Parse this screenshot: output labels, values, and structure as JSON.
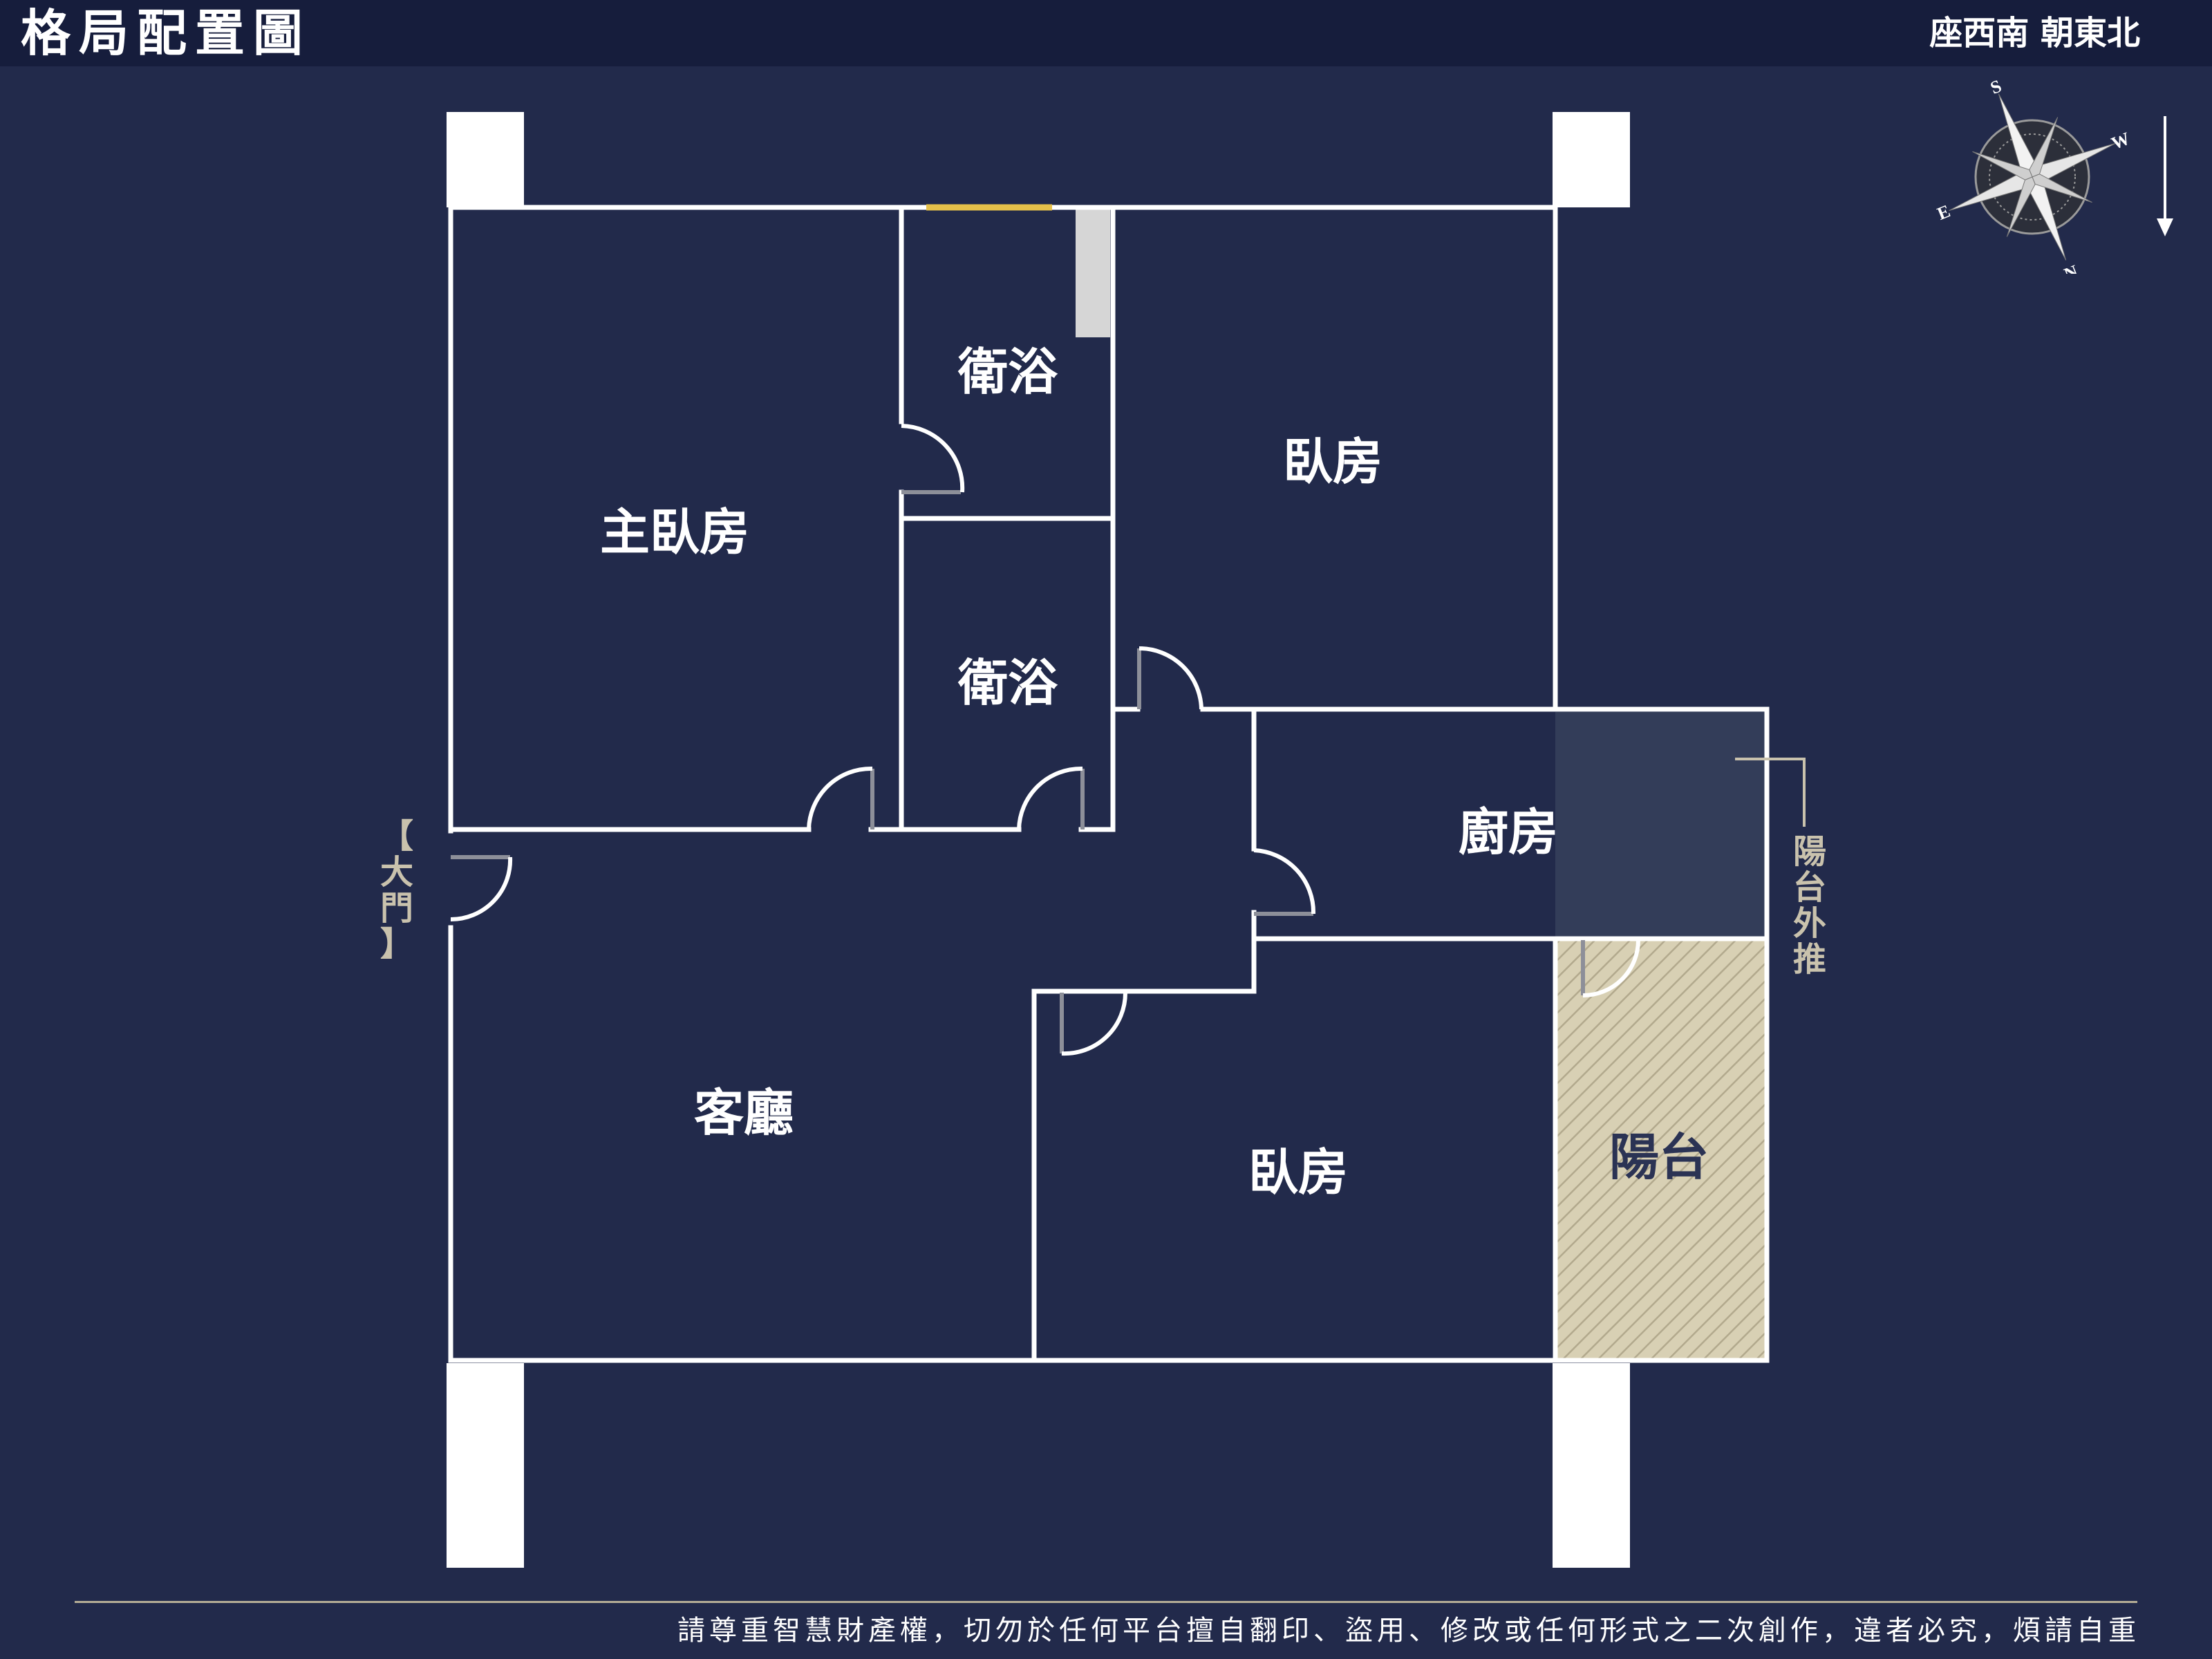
{
  "header": {
    "title": "格局配置圖",
    "orientation": "座西南 朝東北"
  },
  "rooms": {
    "master_bedroom": "主臥房",
    "bath_1": "衛浴",
    "bath_2": "衛浴",
    "bedroom_1": "臥房",
    "bedroom_2": "臥房",
    "kitchen": "廚房",
    "living_room": "客廳",
    "balcony": "陽台"
  },
  "annotations": {
    "main_door": [
      "【",
      "大",
      "門",
      "】"
    ],
    "balcony_extension": [
      "陽",
      "台",
      "外",
      "推"
    ]
  },
  "compass": {
    "letters": [
      "S",
      "W",
      "N",
      "E"
    ],
    "facing_arrow": "down"
  },
  "colors": {
    "background": "#222a4b",
    "header": "#161d3c",
    "wall": "#ffffff",
    "window_accent": "#e6c04a",
    "balcony_fill": "#d8d0b4",
    "annotation": "#c9c2ad"
  },
  "footer": {
    "notice": "請尊重智慧財產權，切勿於任何平台擅自翻印、盜用、修改或任何形式之二次創作，違者必究，煩請自重"
  }
}
